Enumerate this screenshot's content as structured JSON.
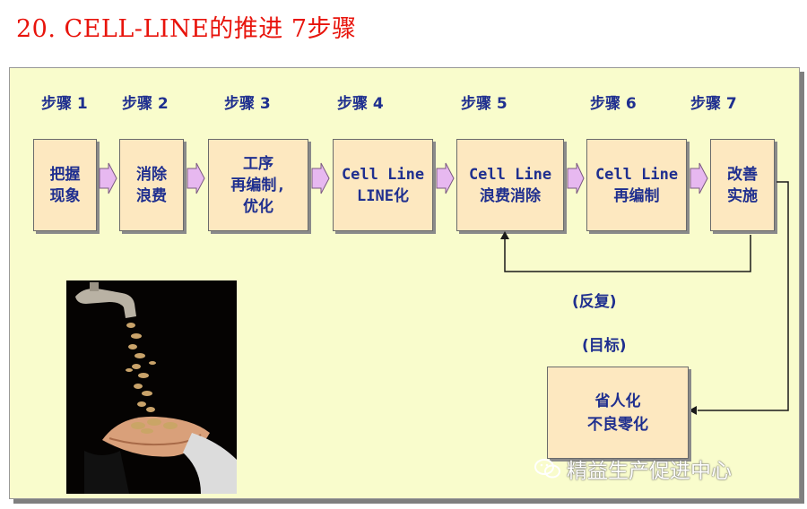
{
  "title": "20. CELL-LINE的推进 7步骤",
  "steps": [
    {
      "label": "步骤 1",
      "box": "把握\n现象"
    },
    {
      "label": "步骤 2",
      "box": "消除\n浪费"
    },
    {
      "label": "步骤 3",
      "box": "工序\n再编制,\n优化"
    },
    {
      "label": "步骤 4",
      "box": "Cell Line\nLINE化"
    },
    {
      "label": "步骤 5",
      "box": "Cell Line\n浪费消除"
    },
    {
      "label": "步骤 6",
      "box": "Cell Line\n再编制"
    },
    {
      "label": "步骤 7",
      "box": "改善\n实施"
    }
  ],
  "repeat_label": "(反复)",
  "goal_label": "(目标)",
  "goal_box": "省人化\n不良零化",
  "watermark": "精益生产促进中心",
  "colors": {
    "title": "#e8140c",
    "text": "#1f2f8f",
    "panel": "#f9fccc",
    "box": "#fde8c0",
    "arrow": "#e7b8f0"
  }
}
